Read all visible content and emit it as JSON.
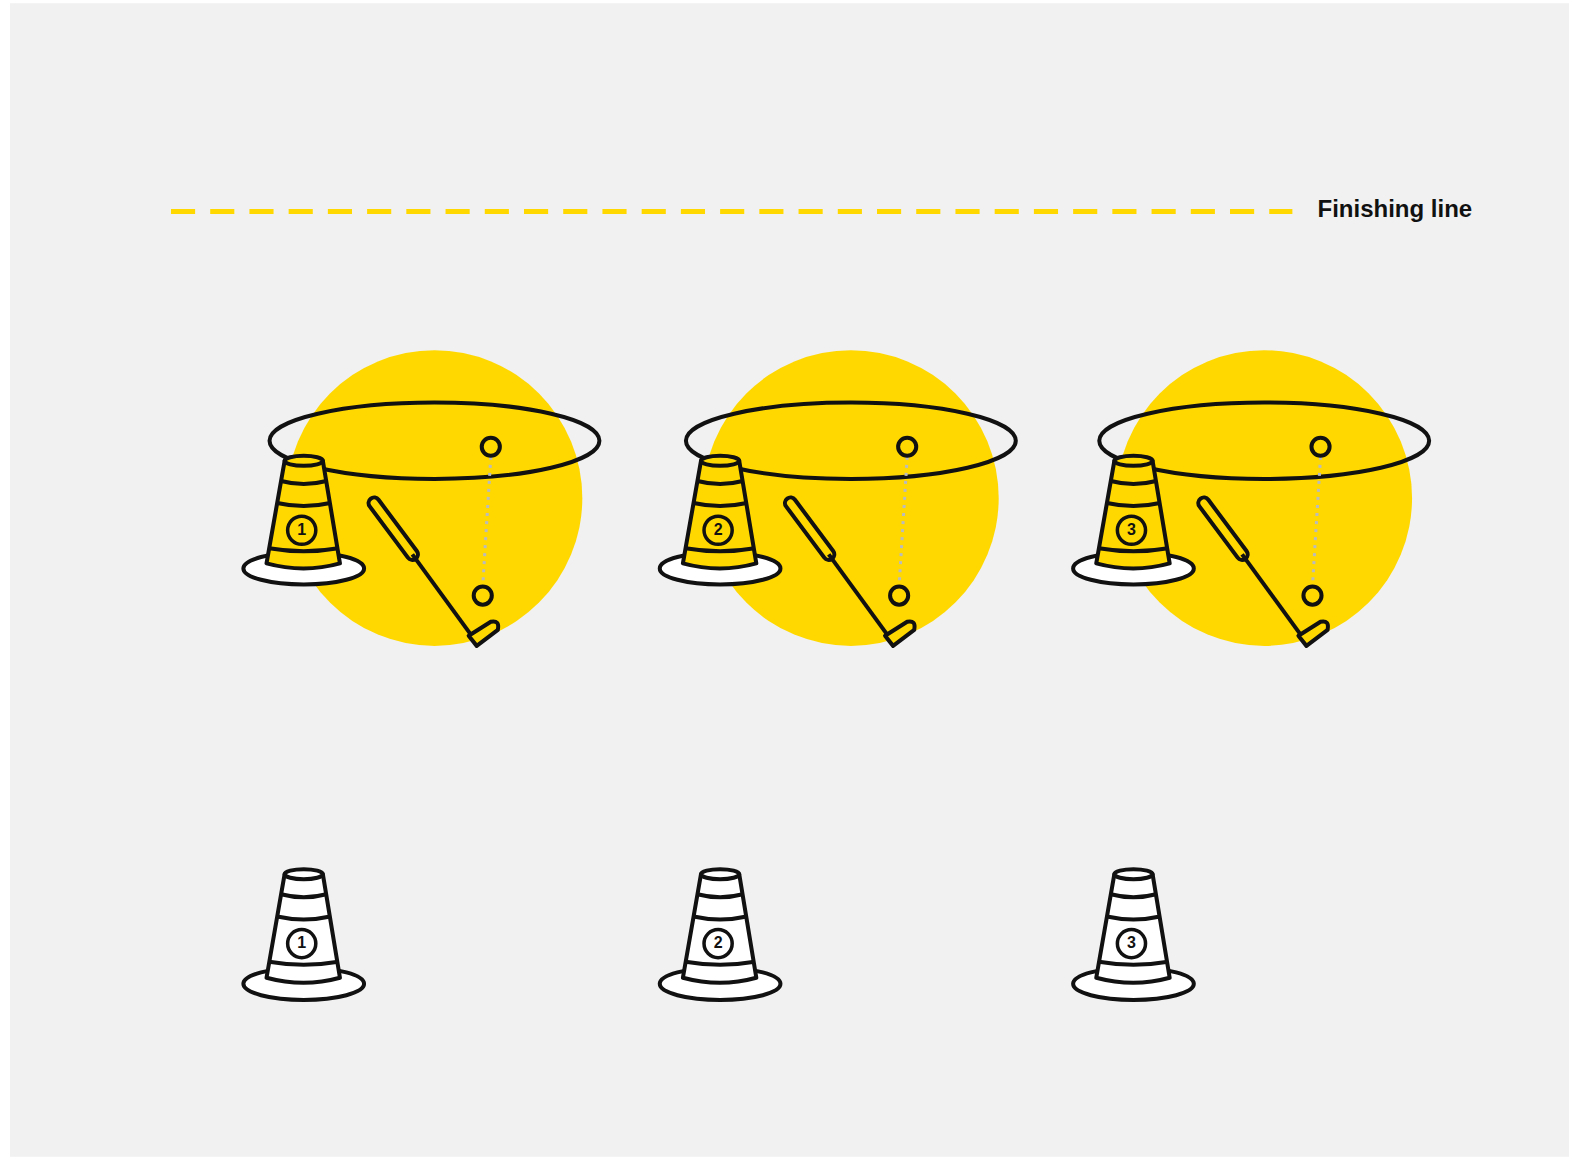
{
  "diagram": {
    "labels": [
      "Finishing line",
      "1",
      "2",
      "3",
      "1",
      "2",
      "3"
    ]
  }
}
